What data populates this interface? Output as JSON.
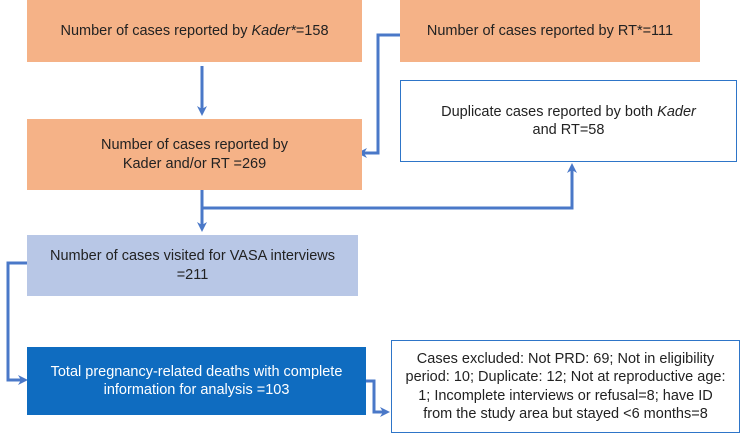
{
  "nodes": {
    "kader": {
      "text_pre": "Number of cases reported by ",
      "text_italic": "Kader*",
      "text_post": "=158"
    },
    "rt": {
      "text": "Number of cases reported by RT*=111"
    },
    "combined": {
      "line1": "Number of cases reported by",
      "line2": "Kader and/or RT =269"
    },
    "duplicate": {
      "text_pre": "Duplicate cases reported by both ",
      "text_italic": "Kader",
      "line2": "and RT=58"
    },
    "visited": {
      "line1": "Number of cases visited for VASA interviews",
      "line2": "=211"
    },
    "total": {
      "line1": "Total pregnancy-related deaths with complete",
      "line2": "information for analysis =103"
    },
    "excluded": {
      "line1": "Cases excluded: Not PRD: 69; Not in eligibility",
      "line2": "period: 10; Duplicate: 12; Not at reproductive age:",
      "line3": "1; Incomplete interviews or refusal=8; have ID",
      "line4": "from the study area but stayed <6 months=8"
    }
  },
  "colors": {
    "orange": "#f5b287",
    "light_blue": "#b8c7e6",
    "dark_blue": "#0f6cc0",
    "arrow": "#4a78c8"
  }
}
